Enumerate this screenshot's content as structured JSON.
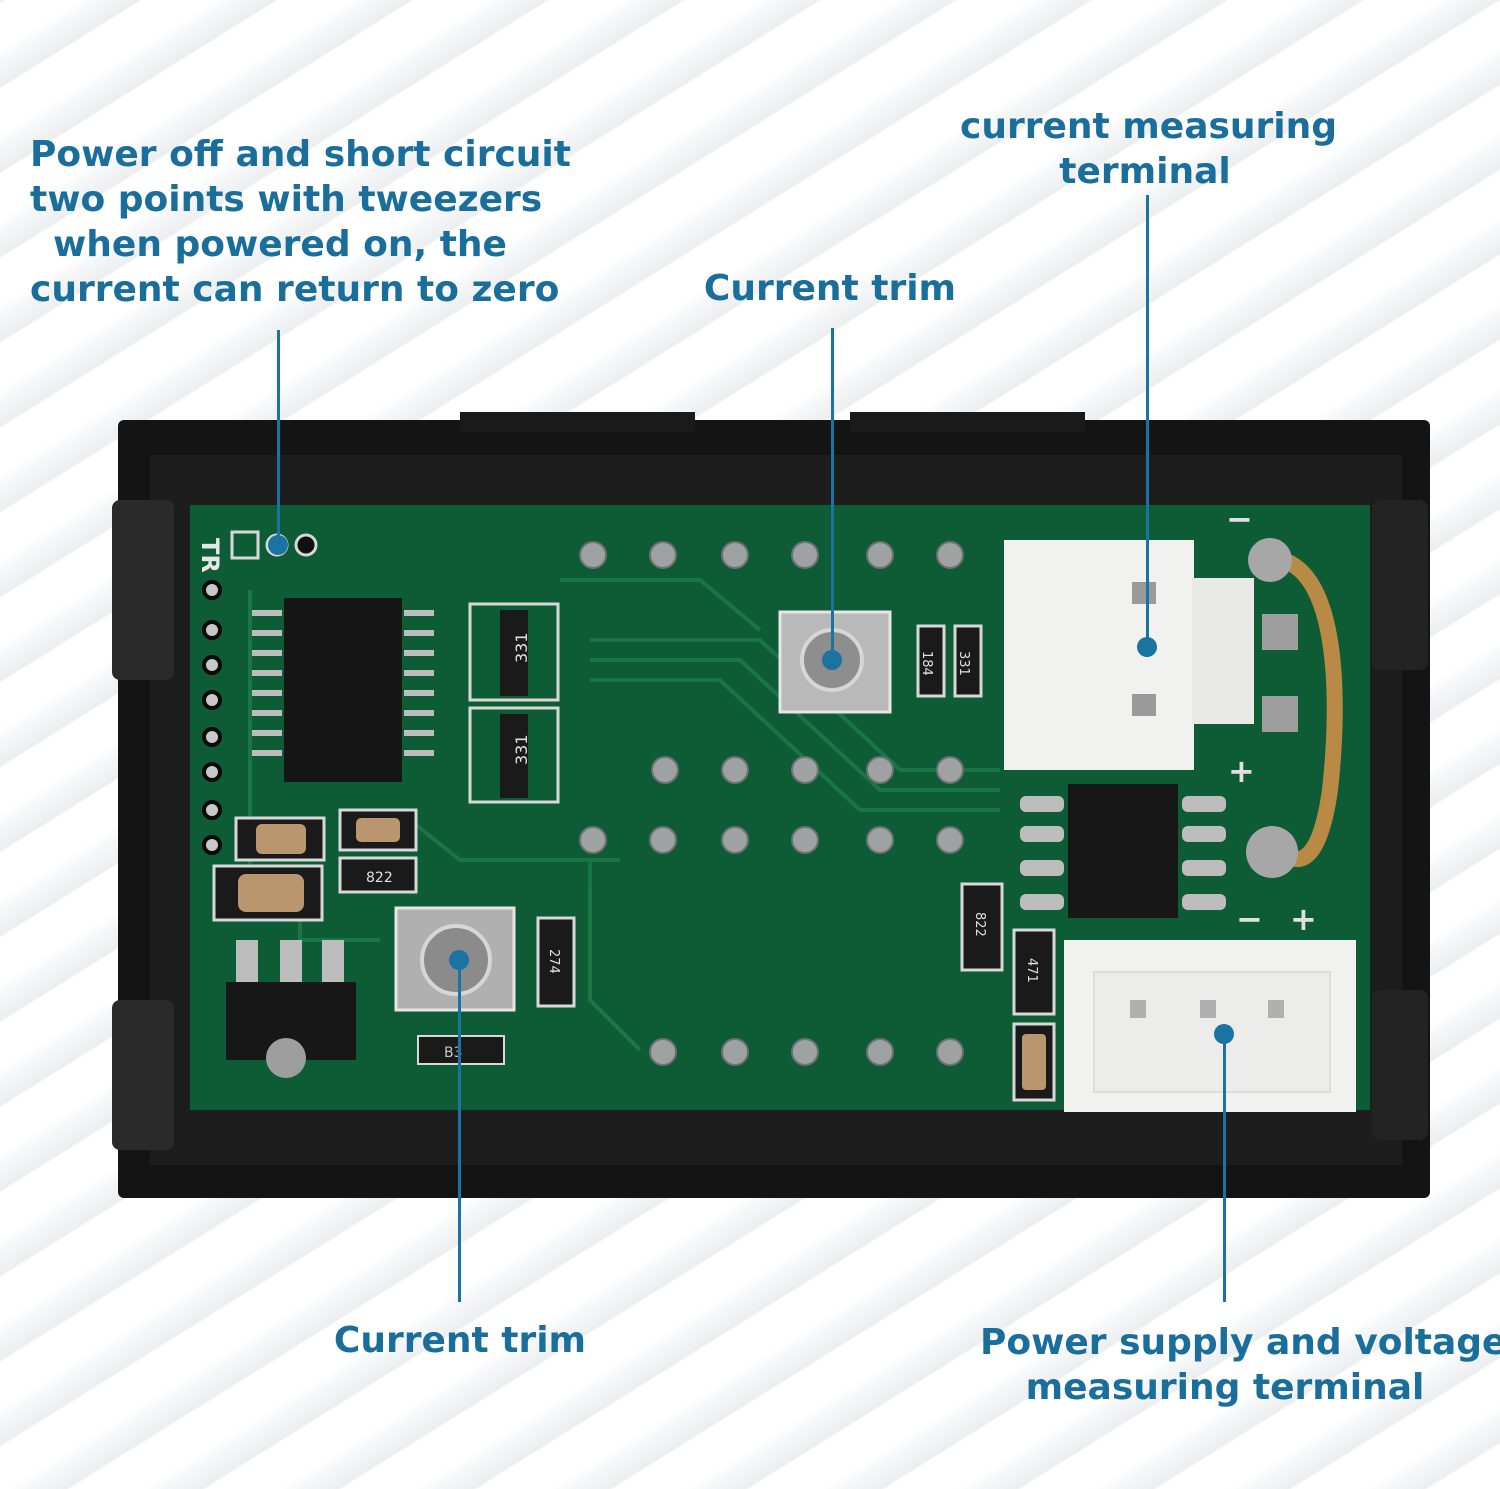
{
  "annotations": {
    "short_circuit_points": {
      "lines": [
        "Power off and short circuit",
        "two points with tweezers",
        "when powered on, the",
        "current can return to zero"
      ]
    },
    "current_trim_top": {
      "text": "Current trim"
    },
    "current_measuring_terminal": {
      "lines": [
        "current measuring",
        "terminal"
      ]
    },
    "current_trim_bottom": {
      "text": "Current trim"
    },
    "power_supply_terminal": {
      "lines": [
        "Power supply and voltage",
        "measuring terminal"
      ]
    }
  },
  "pcb_markings": {
    "header_label": "TR",
    "resistor_array_1": "331",
    "resistor_array_2": "331",
    "resistor_a": "184",
    "resistor_b": "331",
    "resistor_c": "822",
    "resistor_d": "274",
    "resistor_e": "822",
    "resistor_f": "471",
    "diode_mark": "B3",
    "plus_mark_1": "+",
    "minus_mark_1": "−",
    "plus_mark_2": "+",
    "minus_mark_2": "−"
  },
  "colors": {
    "annotation_text": "#1a6e9c",
    "leader_line": "#1b73a2",
    "pcb_green": "#0d5a34",
    "housing_black": "#141414",
    "connector_white": "#f2f2f0",
    "copper_wire": "#b98a45"
  }
}
